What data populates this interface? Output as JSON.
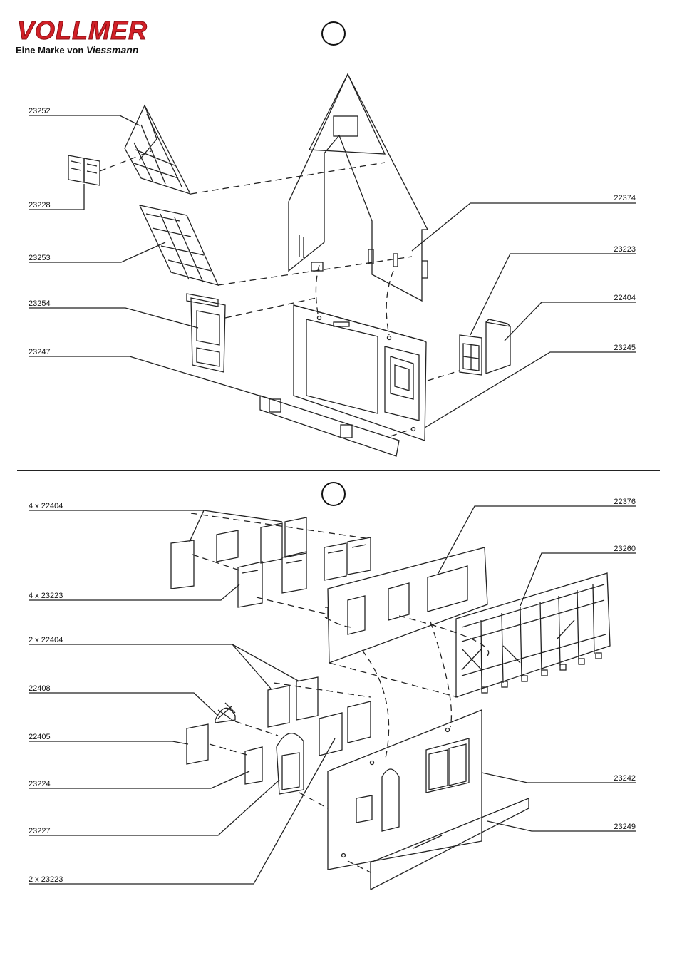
{
  "brand": {
    "logo_text": "VOLLMER",
    "tagline_prefix": "Eine Marke von",
    "tagline_brand": "Viessmann",
    "logo_color": "#d22027"
  },
  "steps": [
    {
      "id": "step-1",
      "number": ""
    },
    {
      "id": "step-2",
      "number": ""
    }
  ],
  "parts_step1": {
    "left": [
      "23252",
      "23228",
      "23253",
      "23254",
      "23247"
    ],
    "right": [
      "22374",
      "23223",
      "22404",
      "23245"
    ]
  },
  "parts_step2": {
    "left": [
      "4 x 22404",
      "4 x 23223",
      "2 x 22404",
      "22408",
      "22405",
      "23224",
      "23227",
      "2 x 23223"
    ],
    "right": [
      "22376",
      "23260",
      "23242",
      "23249"
    ]
  }
}
